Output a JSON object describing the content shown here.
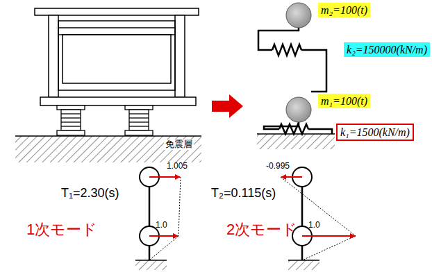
{
  "diagram": {
    "nodes": [
      {
        "text": [
          "m₂=100(t)"
        ]
      },
      {
        "text": [
          "k₂=150000(kN/m)"
        ]
      },
      {
        "text": [
          "m₁=100(t)"
        ]
      },
      {
        "text": [
          "k₁=1500(kN/m)"
        ]
      }
    ],
    "labels": [
      "免震層",
      "1.005",
      "1.0",
      "T₁=2.30(s)",
      "1次モード",
      "-0.995",
      "1.0",
      "T₂=0.115(s)",
      "2次モード"
    ]
  }
}
